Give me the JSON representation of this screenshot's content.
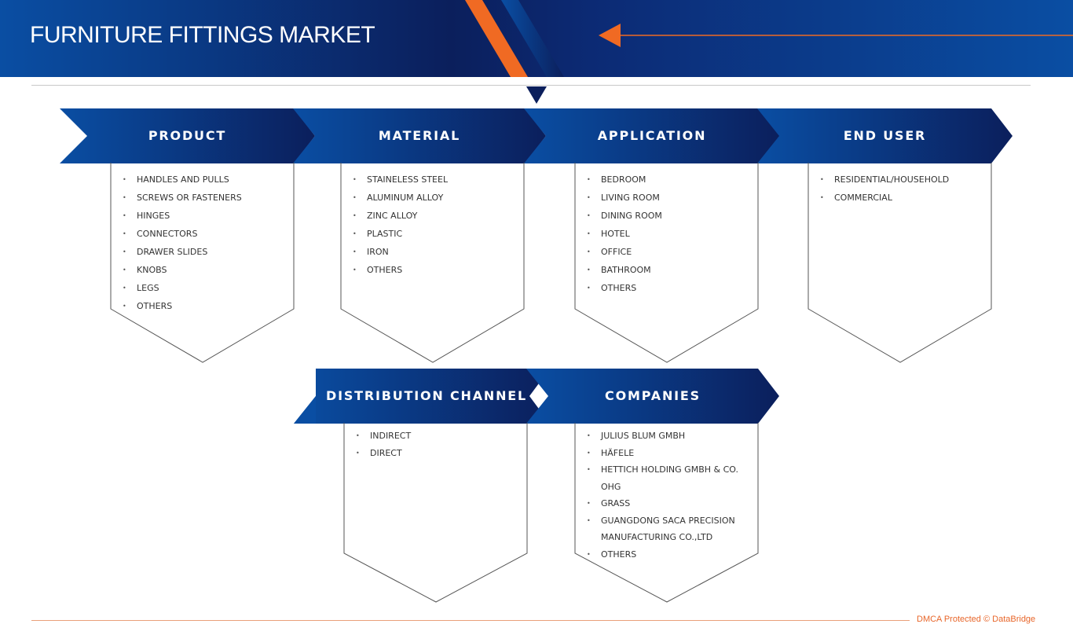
{
  "header": {
    "title": "FURNITURE FITTINGS MARKET"
  },
  "colors": {
    "navy": "#0b1f5c",
    "blue": "#0a4ea3",
    "orange": "#f06a23",
    "grey_line": "#c9c9c9"
  },
  "segments": [
    {
      "label": "PRODUCT",
      "items": [
        "HANDLES AND PULLS",
        "SCREWS OR FASTENERS",
        "HINGES",
        "CONNECTORS",
        "DRAWER SLIDES",
        "KNOBS",
        "LEGS",
        "OTHERS"
      ]
    },
    {
      "label": "MATERIAL",
      "items": [
        "STAINELESS STEEL",
        "ALUMINUM ALLOY",
        "ZINC ALLOY",
        "PLASTIC",
        "IRON",
        "OTHERS"
      ]
    },
    {
      "label": "APPLICATION",
      "items": [
        "BEDROOM",
        "LIVING ROOM",
        "DINING ROOM",
        "HOTEL",
        "OFFICE",
        "BATHROOM",
        "OTHERS"
      ]
    },
    {
      "label": "END USER",
      "items": [
        "RESIDENTIAL/HOUSEHOLD",
        "COMMERCIAL"
      ]
    },
    {
      "label": "DISTRIBUTION CHANNEL",
      "items": [
        "INDIRECT",
        "DIRECT"
      ]
    },
    {
      "label": "COMPANIES",
      "items": [
        "JULIUS BLUM GMBH",
        "HÄFELE",
        "HETTICH HOLDING GMBH & CO.",
        "OHG",
        "GRASS",
        "GUANGDONG SACA PRECISION",
        "MANUFACTURING CO.,LTD",
        "OTHERS"
      ]
    }
  ],
  "footer": {
    "text": "DMCA Protected © DataBridge"
  }
}
